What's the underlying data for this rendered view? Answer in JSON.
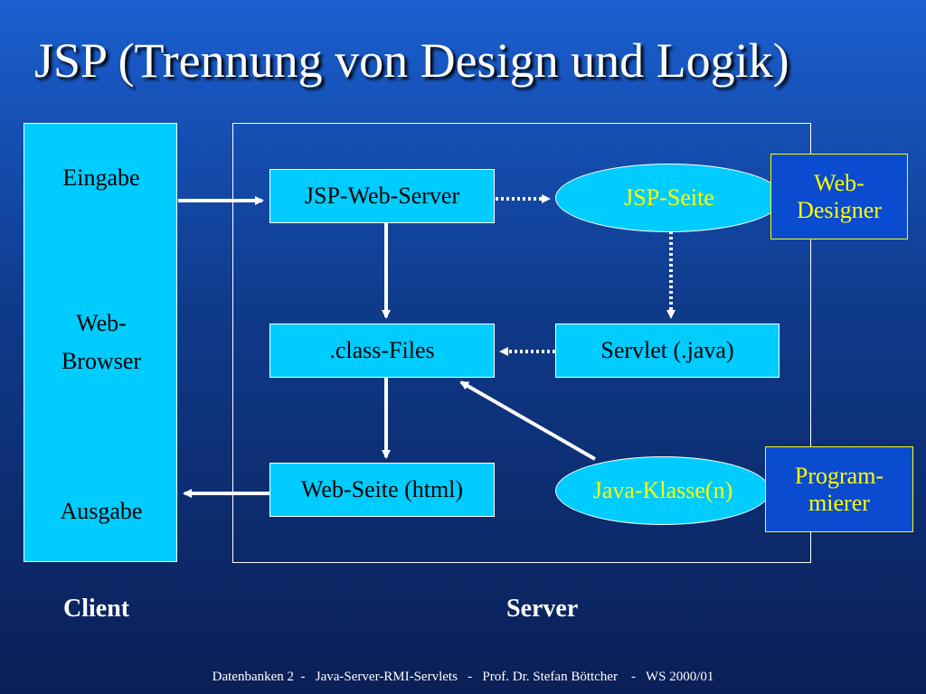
{
  "title": "JSP (Trennung von Design und Logik)",
  "client_panel": {
    "input_label": "Eingabe",
    "browser_line1": "Web-",
    "browser_line2": "Browser",
    "output_label": "Ausgabe"
  },
  "nodes": {
    "jsp_web_server": "JSP-Web-Server",
    "jsp_page": "JSP-Seite",
    "class_files": ".class-Files",
    "servlet": "Servlet (.java)",
    "web_page": "Web-Seite (html)",
    "java_class": "Java-Klasse(n)"
  },
  "roles": {
    "web_designer_line1": "Web-",
    "web_designer_line2": "Designer",
    "programmer_line1": "Program-",
    "programmer_line2": "mierer"
  },
  "labels": {
    "client": "Client",
    "server": "Server"
  },
  "footer": "Datenbanken 2  -   Java-Server-RMI-Servlets   -   Prof. Dr. Stefan Böttcher    -   WS 2000/01",
  "colors": {
    "box_fill": "#00ccff",
    "highlight_text": "#ffff00",
    "arrow": "#ffffff"
  }
}
